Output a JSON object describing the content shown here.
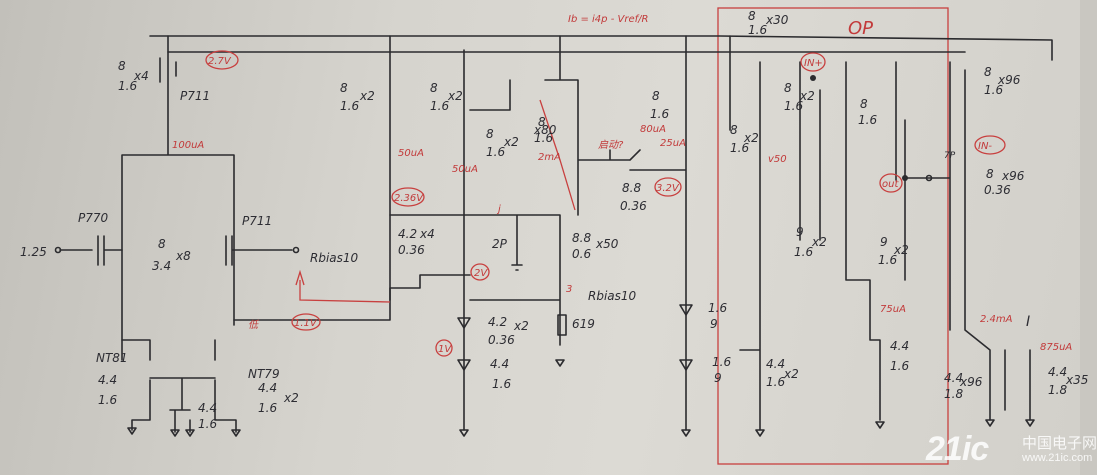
{
  "labels": {
    "p1": "8",
    "p1d": "1.6",
    "p1x": "x4",
    "p711a": "P711",
    "p770": "P770",
    "p711b": "P711",
    "vin": "1.25",
    "pairw": "8",
    "pairl": "3.4",
    "pairx": "x8",
    "rbias": "Rbias10",
    "nt81": "NT81",
    "nt79": "NT79",
    "n1w": "4.4",
    "n1l": "1.6",
    "n2w": "4.4",
    "n2l": "1.6",
    "n2x": "x2",
    "n3w": "4.4",
    "n3l": "1.6",
    "m2w": "8",
    "m2l": "1.6",
    "m2x": "x2",
    "m3w": "8",
    "m3l": "1.6",
    "m3x": "x2",
    "m4w": "8",
    "m4l": "1.6",
    "m4x": "x2",
    "m5w": "8",
    "m5l": "1.6",
    "m5x": "x80",
    "m6w": "8",
    "m6l": "1.6",
    "m7w": "8.8",
    "m7l": "0.36",
    "m8w": "8.8",
    "m8l": "0.6",
    "m8x": "x50",
    "m9w": "4.2",
    "m9l": "0.36",
    "m9x": "x4",
    "m10w": "4.2",
    "m10l": "0.36",
    "m10x": "x2",
    "m11w": "4.4",
    "m11l": "1.6",
    "cap2p": "2P",
    "res619": "619",
    "rbias2": "Rbias10",
    "d1w": "1.6",
    "d1l": "9",
    "d2w": "1.6",
    "d2l": "9",
    "op": "OP",
    "o1w": "8",
    "o1l": "1.6",
    "o1x": "x30",
    "o2w": "8",
    "o2l": "1.6",
    "o2x": "x2",
    "o3w": "8",
    "o3l": "1.6",
    "o3x": "x2",
    "o4w": "8",
    "o4l": "1.6",
    "o5w": "9",
    "o5l": "1.6",
    "o5x": "x2",
    "o6w": "9",
    "o6l": "1.6",
    "o6x": "x2",
    "o7w": "4.4",
    "o7l": "1.6",
    "o7x": "x2",
    "o8w": "4.4",
    "o8l": "1.6",
    "o9w": "8",
    "o9l": "1.6",
    "o9x": "x96",
    "o10w": "8",
    "o10l": "0.36",
    "o10x": "x96",
    "o11w": "4.4",
    "o11l": "1.8",
    "o11x": "x96",
    "o12w": "4.4",
    "o12l": "1.8",
    "o12x": "x35",
    "cur_i": "I",
    "cap7": "7P",
    "watermark_big": "21ic",
    "watermark_cn": "中国电子网",
    "watermark_url": "www.21ic.com"
  },
  "annotations": {
    "v27": "2.7V",
    "i100": "100uA",
    "i50a": "50uA",
    "i50b": "50uA",
    "i2ma": "2mA",
    "v236": "2.36V",
    "v2": "2V",
    "v1": "1V",
    "v11": "1.1V",
    "low": "低",
    "v32": "3.2V",
    "i80": "80uA",
    "i25": "25uA",
    "ib": "Ib = i4p - Vref/R",
    "lenv": "启动?",
    "in_plus": "IN+",
    "in_minus": "IN-",
    "out": "out",
    "i75": "75uA",
    "i24": "2.4mA",
    "i875": "875uA",
    "v50": "v50",
    "r3": "3",
    "j": "j"
  },
  "colors": {
    "ink": "#2b2b2e",
    "red_pen": "#c8403f",
    "paper": "#d6d4ce"
  }
}
